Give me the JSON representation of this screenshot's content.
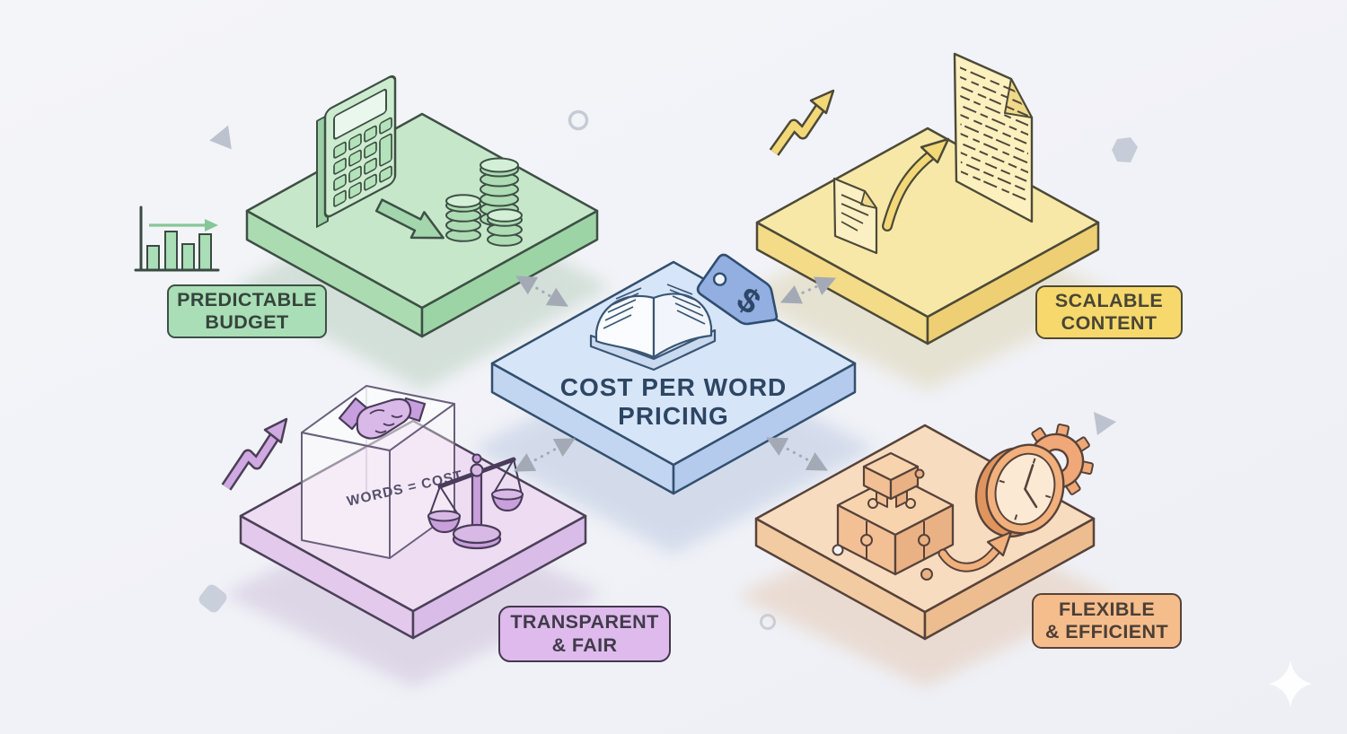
{
  "page": {
    "background": "#f1f2f6",
    "style": "isometric-infographic"
  },
  "center": {
    "id": "cost-per-word-pricing",
    "title_line1": "COST PER WORD",
    "title_line2": "PRICING",
    "tag_symbol": "$",
    "platform_color": "#d7e5f8",
    "outline_color": "#33506e",
    "icons": [
      "open-book-icon",
      "price-tag-icon",
      "dollar-sign"
    ]
  },
  "nodes": [
    {
      "id": "predictable-budget",
      "label_line1": "PREDICTABLE",
      "label_line2": "BUDGET",
      "platform_color": "#c6e7c9",
      "badge_color": "#a9deb6",
      "outline_color": "#3e5046",
      "icons": [
        "bar-chart-icon",
        "calculator-icon",
        "down-trend-arrow-icon",
        "coin-stacks-icon"
      ]
    },
    {
      "id": "scalable-content",
      "label_line1": "SCALABLE",
      "label_line2": "CONTENT",
      "platform_color": "#f8e8a8",
      "badge_color": "#f6d86c",
      "outline_color": "#4c4a38",
      "icons": [
        "zigzag-growth-arrow-icon",
        "small-document-icon",
        "growth-curve-arrow-icon",
        "large-document-icon"
      ]
    },
    {
      "id": "transparent-fair",
      "label_line1": "TRANSPARENT",
      "label_line2": "& FAIR",
      "cube_text": "WORDS = COST",
      "platform_color": "#eedcf3",
      "badge_color": "#debbec",
      "outline_color": "#4c4158",
      "icons": [
        "zigzag-growth-arrow-icon",
        "glass-cube-icon",
        "handshake-icon",
        "balance-scale-icon"
      ]
    },
    {
      "id": "flexible-efficient",
      "label_line1": "FLEXIBLE",
      "label_line2": "& EFFICIENT",
      "platform_color": "#f8dcc0",
      "badge_color": "#f6bd8c",
      "outline_color": "#57433a",
      "icons": [
        "puzzle-cube-icon",
        "puzzle-piece-icon",
        "clock-icon",
        "gear-icon",
        "curved-arrow-icon"
      ]
    }
  ],
  "connectors": {
    "style": "dotted-double-arrow",
    "color": "#a3aab6",
    "count": 4
  },
  "decorations": [
    "triangle",
    "circle-outline",
    "hexagon",
    "triangle",
    "rounded-square",
    "circle-outline",
    "sparkle"
  ]
}
